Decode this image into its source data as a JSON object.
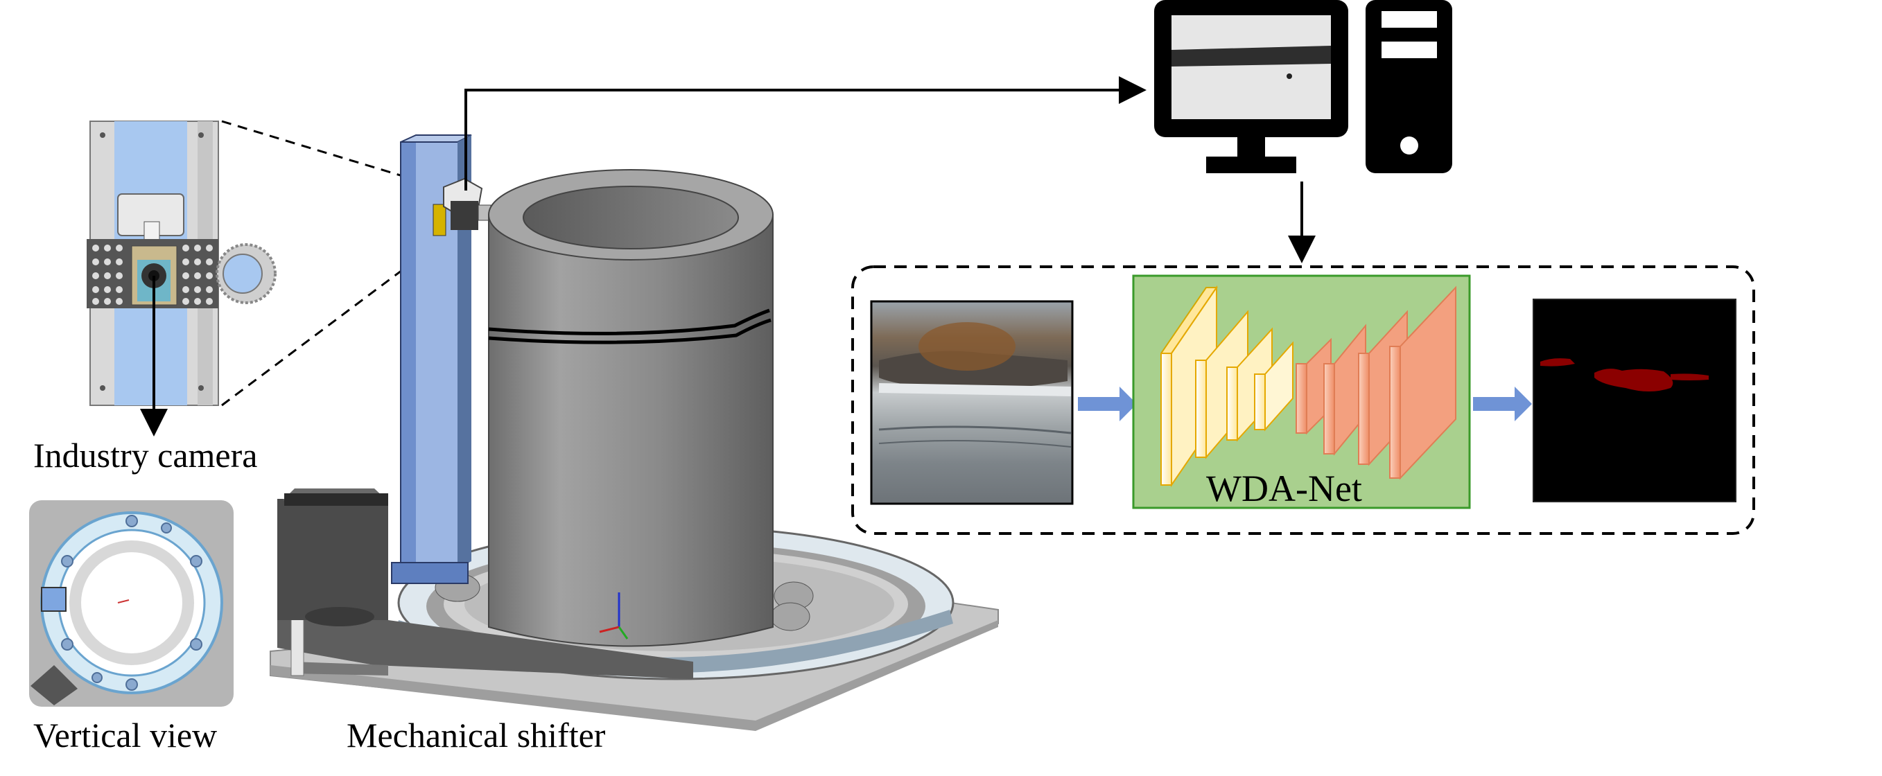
{
  "labels": {
    "industry_camera": "Industry camera",
    "vertical_view": "Vertical view",
    "mechanical_shifter": "Mechanical shifter",
    "network": "WDA-Net"
  },
  "icons": {
    "computer": "computer-monitor-icon",
    "tower": "computer-tower-icon"
  },
  "colors": {
    "guide_rail": "#7c9fd8",
    "cylinder": "#8f8f8f",
    "net_panel": "#a9d08e",
    "net_border": "#3a9a2a",
    "arrow_blue": "#6f93d6",
    "defect_red": "#8b0000",
    "layer_yellow": "#fff2c2",
    "layer_orange": "#f3a07f"
  }
}
